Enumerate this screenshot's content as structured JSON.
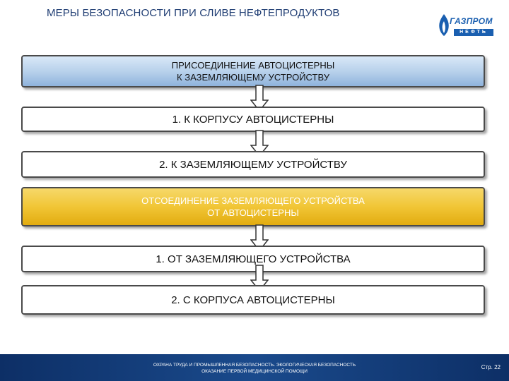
{
  "slide": {
    "title": "МЕРЫ БЕЗОПАСНОСТИ ПРИ СЛИВЕ НЕФТЕПРОДУКТОВ"
  },
  "logo": {
    "name": "ГАЗПРОМ",
    "sub": "НЕФТЬ"
  },
  "flow": {
    "connect": {
      "line1": "ПРИСОЕДИНЕНИЕ АВТОЦИСТЕРНЫ",
      "line2": "К ЗАЗЕМЛЯЮЩЕМУ УСТРОЙСТВУ",
      "steps": [
        "1. К КОРПУСУ АВТОЦИСТЕРНЫ",
        "2. К ЗАЗЕМЛЯЮЩЕМУ УСТРОЙСТВУ"
      ]
    },
    "disconnect": {
      "line1": "ОТСОЕДИНЕНИЕ ЗАЗЕМЛЯЮЩЕГО УСТРОЙСТВА",
      "line2": "ОТ АВТОЦИСТЕРНЫ",
      "steps": [
        "1. ОТ ЗАЗЕМЛЯЮЩЕГО УСТРОЙСТВА",
        "2. С КОРПУСА АВТОЦИСТЕРНЫ"
      ]
    }
  },
  "footer": {
    "line1": "ОХРАНА ТРУДА И ПРОМЫШЛЕННАЯ БЕЗОПАСНОСТЬ. ЭКОЛОГИЧЕСКАЯ БЕЗОПАСНОСТЬ",
    "line2": "ОКАЗАНИЕ ПЕРВОЙ МЕДИЦИНСКОЙ ПОМОЩИ",
    "page": "Стр. 22"
  },
  "colors": {
    "title": "#1f3d73",
    "blue_box": "#b5cfea",
    "yellow_box": "#f1c636",
    "footer": "#1a4a8c",
    "logo": "#1a5fb0"
  },
  "icons": {
    "logo_flame": "gazprom-flame-icon",
    "arrow": "down-arrow-icon"
  }
}
